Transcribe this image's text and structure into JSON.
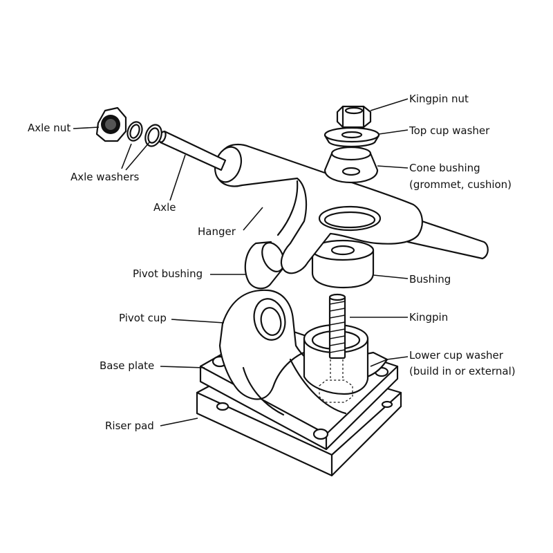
{
  "labels": {
    "axle_nut": "Axle nut",
    "axle_washers": "Axle washers",
    "axle": "Axle",
    "hanger": "Hanger",
    "pivot_bushing": "Pivot bushing",
    "pivot_cup": "Pivot cup",
    "base_plate": "Base plate",
    "riser_pad": "Riser pad",
    "kingpin_nut": "Kingpin nut",
    "top_cup_washer": "Top cup washer",
    "cone_bushing": "Cone bushing",
    "cone_bushing_alt": "(grommet, cushion)",
    "bushing": "Bushing",
    "kingpin": "Kingpin",
    "lower_cup_washer": "Lower cup washer",
    "lower_cup_washer_note": "(build in or external)"
  },
  "colors": {
    "ink": "#111111",
    "paper": "#ffffff"
  }
}
